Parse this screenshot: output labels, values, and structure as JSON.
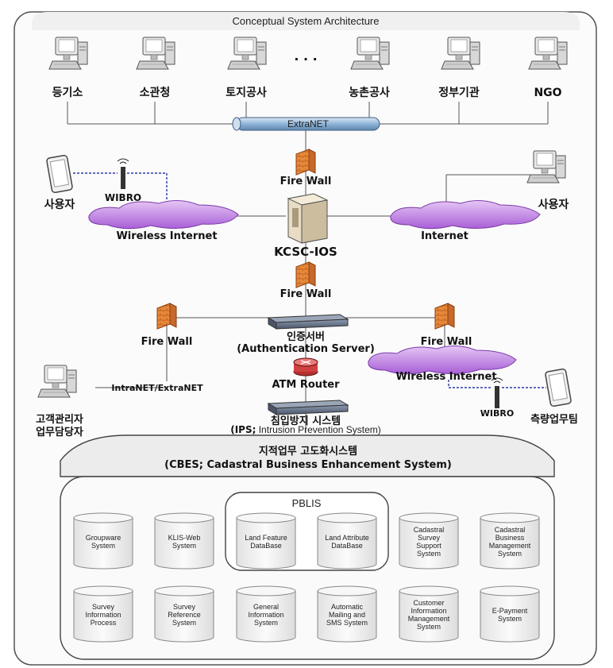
{
  "title": "Conceptual System Architecture",
  "dots": ". . .",
  "top_nodes": [
    "등기소",
    "소관청",
    "토지공사",
    "농촌공사",
    "정부기관",
    "NGO"
  ],
  "extranet": "ExtraNET",
  "firewall_label": "Fire Wall",
  "left_user": "사용자",
  "right_user": "사용자",
  "wibro": "WIBRO",
  "wireless_internet": "Wireless Internet",
  "internet": "Internet",
  "kcsc": "KCSC-IOS",
  "auth_server": {
    "line1": "인증서버",
    "line2": "(Authentication Server)"
  },
  "atm_router": "ATM Router",
  "ips": {
    "line1": "침입방지 시스템",
    "line2_bold": "(IPS;",
    "line2_rest": " Intrusion Prevention System)"
  },
  "intranet": "IntraNET/ExtraNET",
  "customer_mgr": {
    "line1": "고객관리자",
    "line2": "업무담당자"
  },
  "survey_team": "측량업무팀",
  "cbes": {
    "line1": "지적업무 고도화시스템",
    "line2": "(CBES; Cadastral Business Enhancement System)"
  },
  "pblis": "PBLIS",
  "systems_row1": [
    [
      "Groupware",
      "System"
    ],
    [
      "KLIS-Web",
      "System"
    ],
    [
      "Land Feature",
      "DataBase"
    ],
    [
      "Land Attribute",
      "DataBase"
    ],
    [
      "Cadastral",
      "Survey",
      "Support",
      "System"
    ],
    [
      "Cadastral",
      "Business",
      "Management",
      "System"
    ]
  ],
  "systems_row2": [
    [
      "Survey",
      "Information",
      "Process"
    ],
    [
      "Survey",
      "Reference",
      "System"
    ],
    [
      "General",
      "Information",
      "System"
    ],
    [
      "Automatic",
      "Mailing and",
      "SMS System"
    ],
    [
      "Customer",
      "Information",
      "Management",
      "System"
    ],
    [
      "E-Payment",
      "System"
    ]
  ],
  "colors": {
    "cloud": "#c48ae6",
    "pipe": "#8fb4d8",
    "firewall": "#e88a3a",
    "frame": "#444444",
    "db_fill": "#f3f3f3"
  }
}
